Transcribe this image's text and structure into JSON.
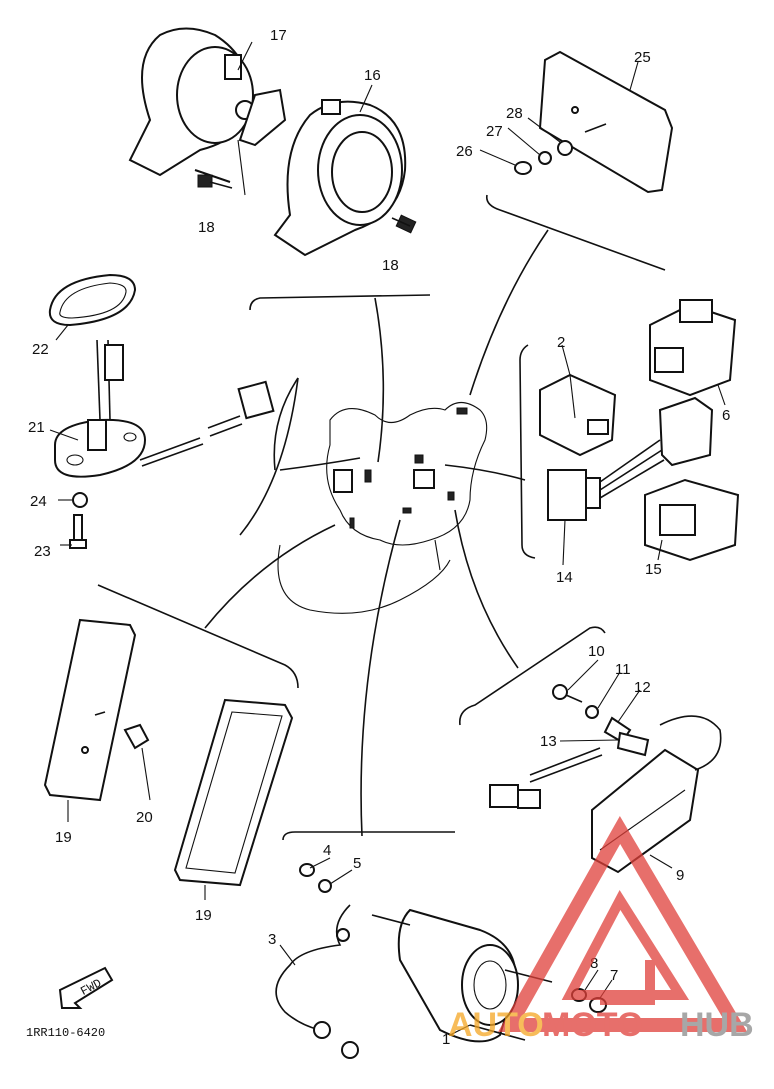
{
  "diagram": {
    "part_numbers": {
      "p1": "1",
      "p2": "2",
      "p3": "3",
      "p4": "4",
      "p5": "5",
      "p6": "6",
      "p7": "7",
      "p8": "8",
      "p9": "9",
      "p10": "10",
      "p11": "11",
      "p12": "12",
      "p13": "13",
      "p14": "14",
      "p15": "15",
      "p16": "16",
      "p17": "17",
      "p18a": "18",
      "p18b": "18",
      "p19a": "19",
      "p19b": "19",
      "p20": "20",
      "p21": "21",
      "p22": "22",
      "p23": "23",
      "p24": "24",
      "p25": "25",
      "p26": "26",
      "p27": "27",
      "p28": "28"
    },
    "fwd_label": "FWD",
    "drawing_code": "1RR110-6420"
  },
  "watermark": {
    "text_part1": "AUTO",
    "text_part2": "MOTO",
    "text_part3": "HUB",
    "colors": {
      "red": "#e0403a",
      "orange": "#f5a623",
      "gray": "#8a8a8a"
    }
  }
}
